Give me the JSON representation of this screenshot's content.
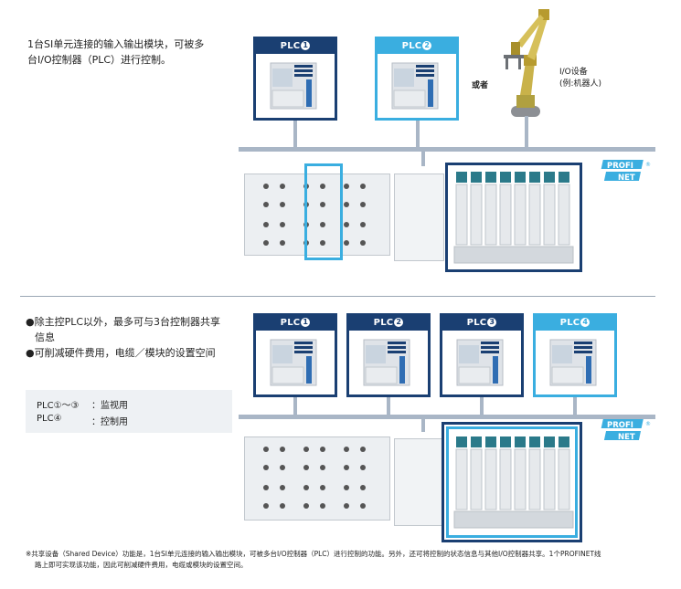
{
  "section1": {
    "desc_line1": "1台SI单元连接的输入输出模块，可被多",
    "desc_line2": "台I/O控制器（PLC）进行控制。",
    "plcs": [
      {
        "label": "PLC",
        "num": "1"
      },
      {
        "label": "PLC",
        "num": "2"
      }
    ],
    "or_text": "或者",
    "io_label_line1": "I/O设备",
    "io_label_line2": "(例:机器人)"
  },
  "section2": {
    "bullet1_line1": "●除主控PLC以外，最多可与3台控制器共享",
    "bullet1_line2": "信息",
    "bullet2": "●可削减硬件费用，电缆／模块的设置空间",
    "note_row1_key": "PLC①～③",
    "note_row1_val": "：监视用",
    "note_row2_key": "PLC④",
    "note_row2_val": "：控制用",
    "plcs": [
      {
        "label": "PLC",
        "num": "1"
      },
      {
        "label": "PLC",
        "num": "2"
      },
      {
        "label": "PLC",
        "num": "3"
      },
      {
        "label": "PLC",
        "num": "4"
      }
    ]
  },
  "profinet": {
    "top": "PROFI",
    "bottom": "NET",
    "mark": "®"
  },
  "footnote": {
    "line1": "※共享设备（Shared Device）功能是，1台SI单元连接的输入输出模块，可被多台I/O控制器（PLC）进行控制的功能。另外，还可将控制的状态信息与其他I/O控制器共享。1个PROFINET线",
    "line2": "路上即可实现该功能，因此可削减硬件费用，电缆或模块的设置空间。"
  },
  "colors": {
    "dark_blue": "#1a3f72",
    "light_blue": "#3aaee0",
    "bus": "#a9b6c6"
  }
}
